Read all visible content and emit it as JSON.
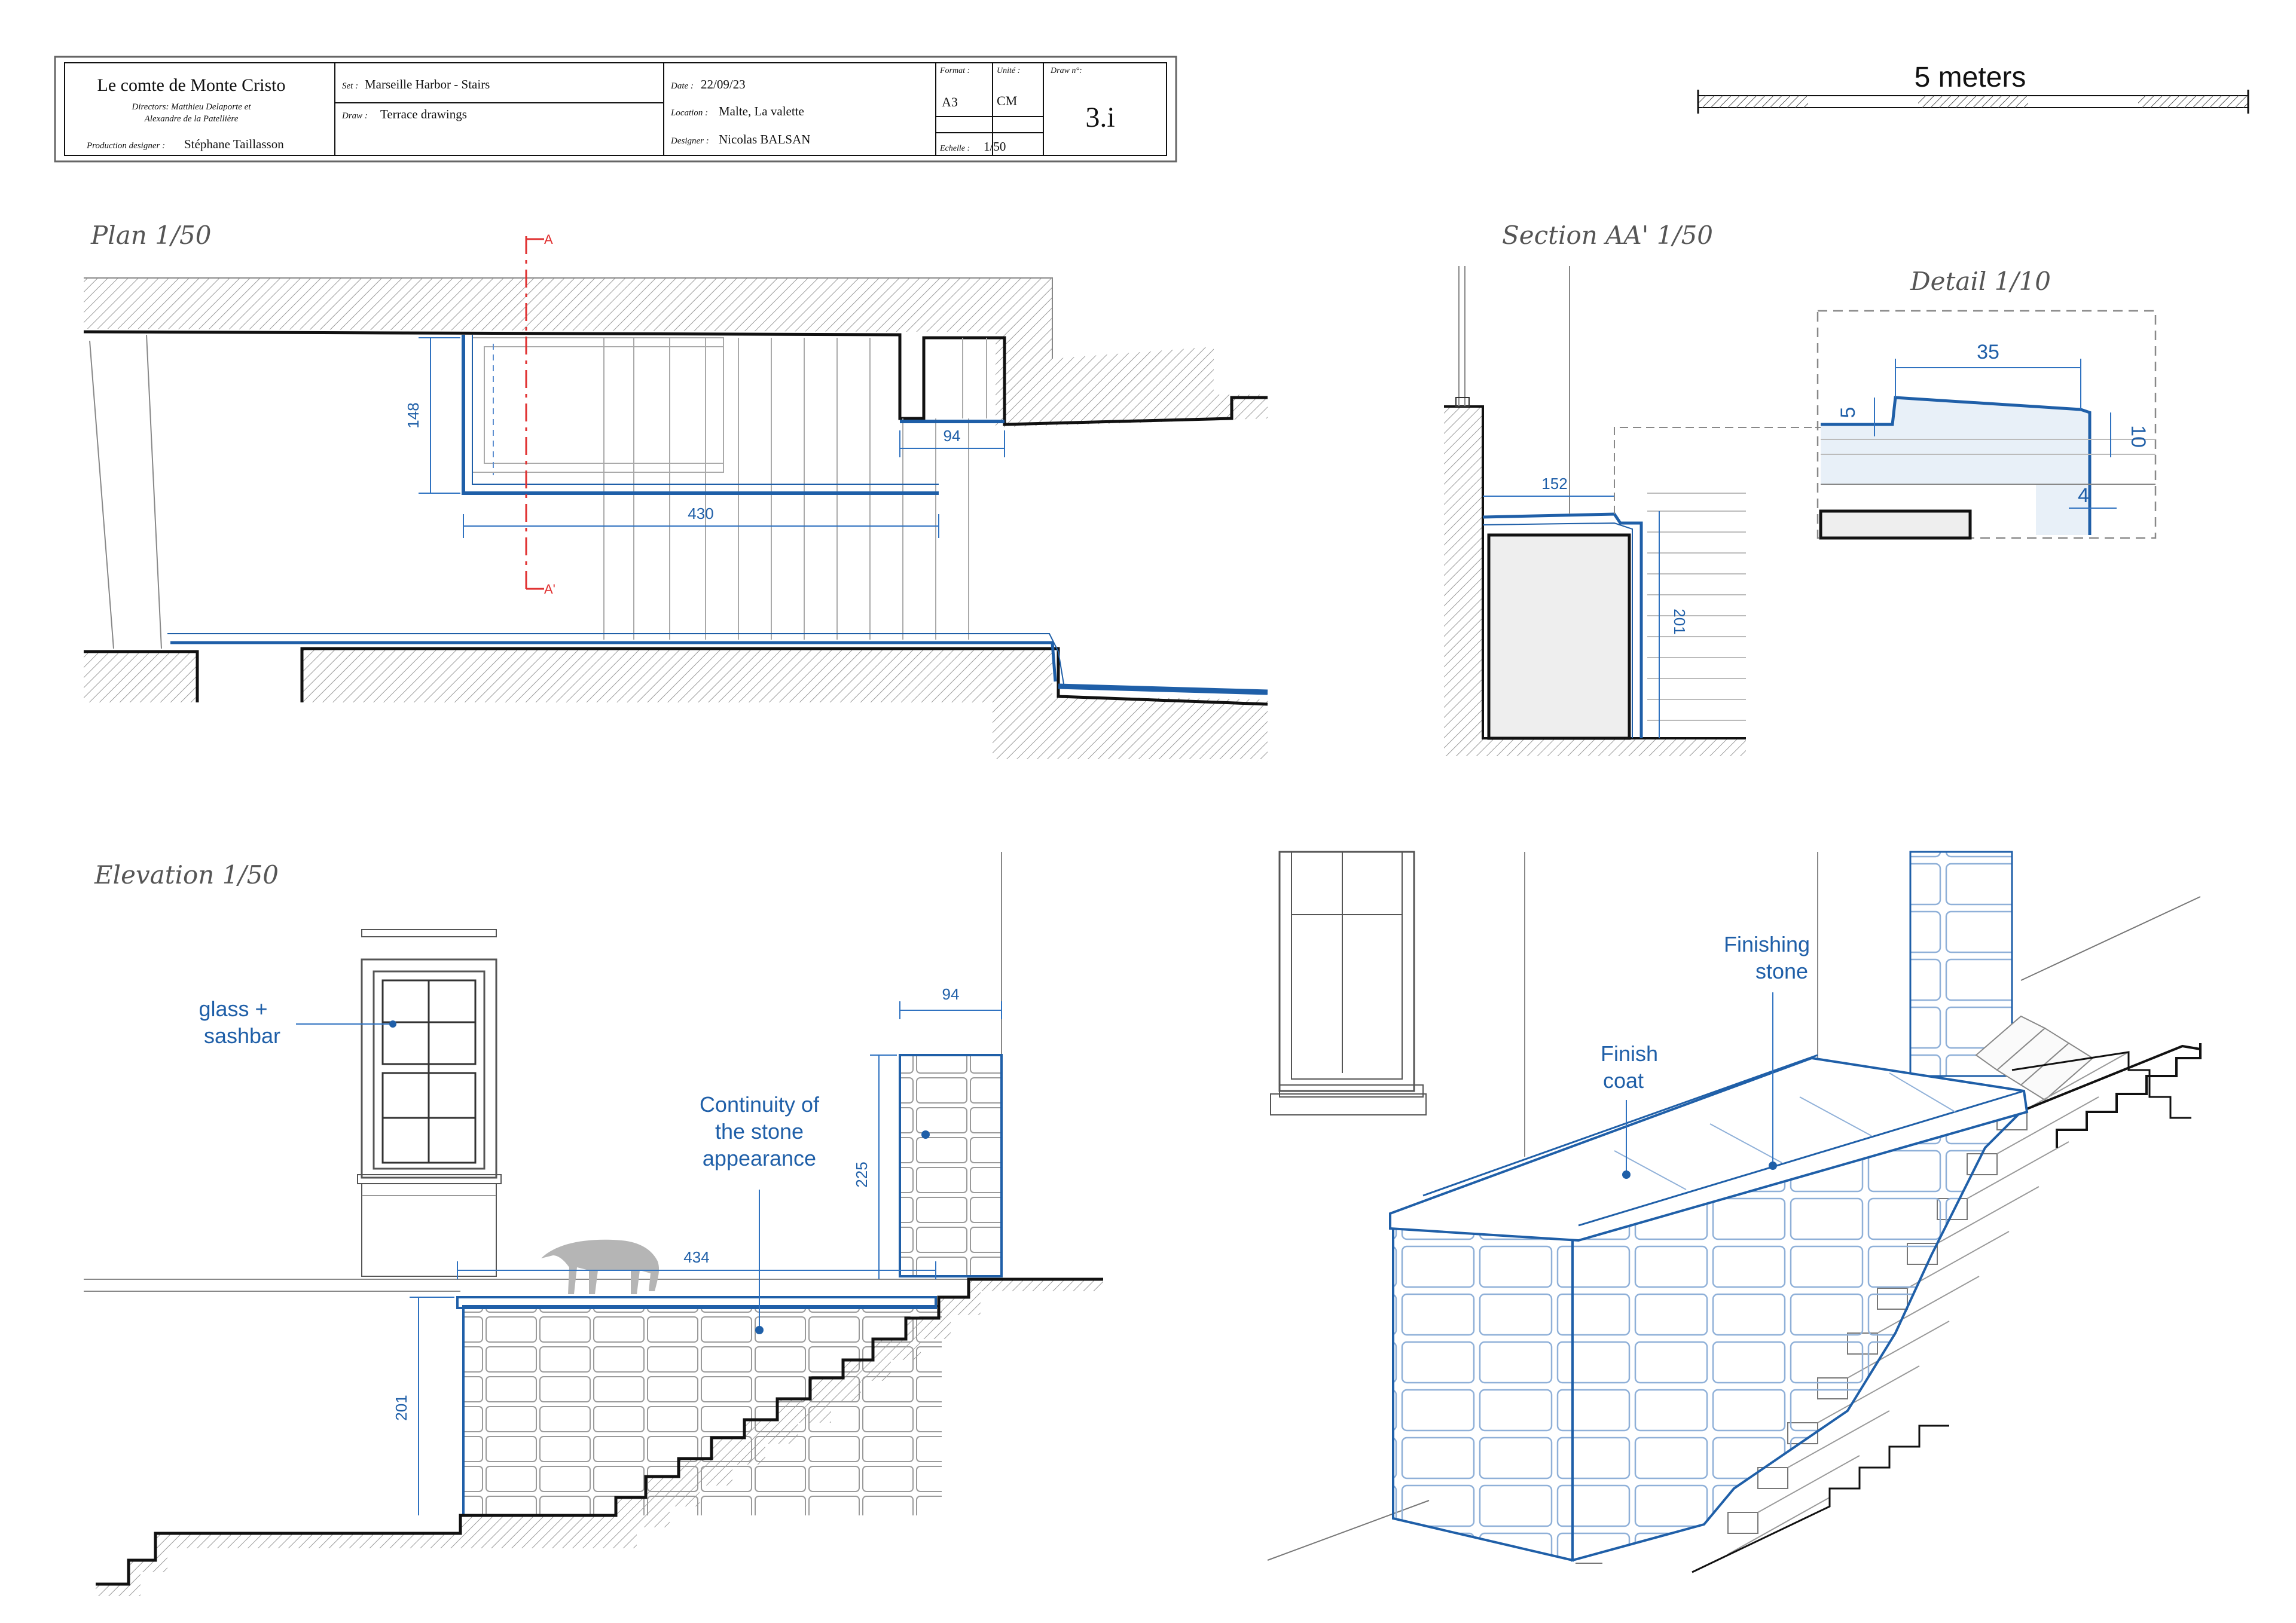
{
  "title_block": {
    "project": "Le comte de Monte Cristo",
    "directors_1": "Directors: Matthieu Delaporte et",
    "directors_2": "Alexandre de la Patellière",
    "production_designer_label": "Production designer :",
    "production_designer": "Stéphane Taillasson",
    "set_label": "Set :",
    "set": "Marseille Harbor  - Stairs",
    "draw_label": "Draw :",
    "draw": "Terrace drawings",
    "date_label": "Date :",
    "date": "22/09/23",
    "location_label": "Location :",
    "location": "Malte, La valette",
    "designer_label": "Designer :",
    "designer": "Nicolas BALSAN",
    "format_label": "Format :",
    "format": "A3",
    "unit_label": "Unité :",
    "unit": "CM",
    "echelle_label": "Echelle :",
    "echelle": "1/50",
    "draw_no_label": "Draw n°:",
    "draw_no": "3.i"
  },
  "scale_bar": {
    "label": "5 meters"
  },
  "views": {
    "plan": {
      "title": "Plan  1/50",
      "dims": {
        "d148": "148",
        "d94": "94",
        "d430": "430"
      },
      "section_marks": {
        "top": "A",
        "bottom": "A'"
      }
    },
    "section": {
      "title": "Section AA' 1/50",
      "dims": {
        "d152": "152",
        "d201": "201"
      }
    },
    "detail": {
      "title": "Detail 1/10",
      "dims": {
        "d35": "35",
        "d5": "5",
        "d10": "10",
        "d4": "4"
      }
    },
    "elevation": {
      "title": "Elevation 1/50",
      "dims": {
        "d94": "94",
        "d225": "225",
        "d434": "434",
        "d201": "201"
      },
      "annotations": {
        "glass_1": "glass +",
        "glass_2": "sashbar",
        "continuity_1": "Continuity of",
        "continuity_2": "the stone",
        "continuity_3": "appearance"
      }
    },
    "perspective": {
      "annotations": {
        "finishing_1": "Finishing",
        "finishing_2": "stone",
        "finish_1": "Finish",
        "finish_2": "coat"
      }
    }
  },
  "colors": {
    "accent": "#1f5fa8",
    "section_mark": "#e03030",
    "ink": "#111111"
  }
}
